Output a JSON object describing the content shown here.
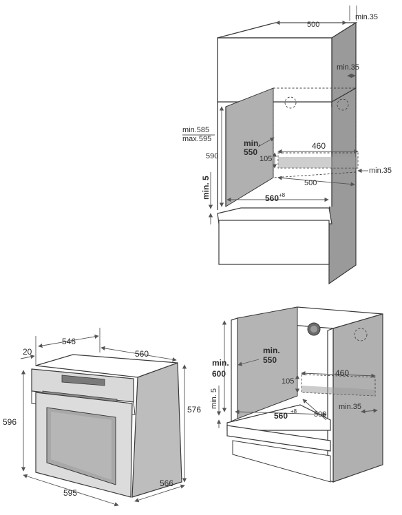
{
  "top_diagram": {
    "labels": {
      "width_500_top": "500",
      "min35_top": "min.35",
      "min35_right": "min.35",
      "min585": "min.585",
      "max595": "max.595",
      "h590": "590",
      "min_label": "min.",
      "min550": "550",
      "d460": "460",
      "h105": "105",
      "min35_mid": "min.35",
      "d500": "500",
      "min5": "min. 5",
      "w560": "560",
      "w560_sup": "+8"
    }
  },
  "oven_diagram": {
    "labels": {
      "d546": "546",
      "d20": "20",
      "d560": "560",
      "h596": "596",
      "h576": "576",
      "w595": "595",
      "d566": "566"
    }
  },
  "cabinet_diagram": {
    "labels": {
      "min_label": "min.",
      "min600": "600",
      "min550_label": "min.",
      "min550": "550",
      "h105": "105",
      "d460": "460",
      "min5": "min. 5",
      "w560": "560",
      "w560_sup": "+8",
      "d500": "500",
      "min35": "min.35"
    }
  }
}
